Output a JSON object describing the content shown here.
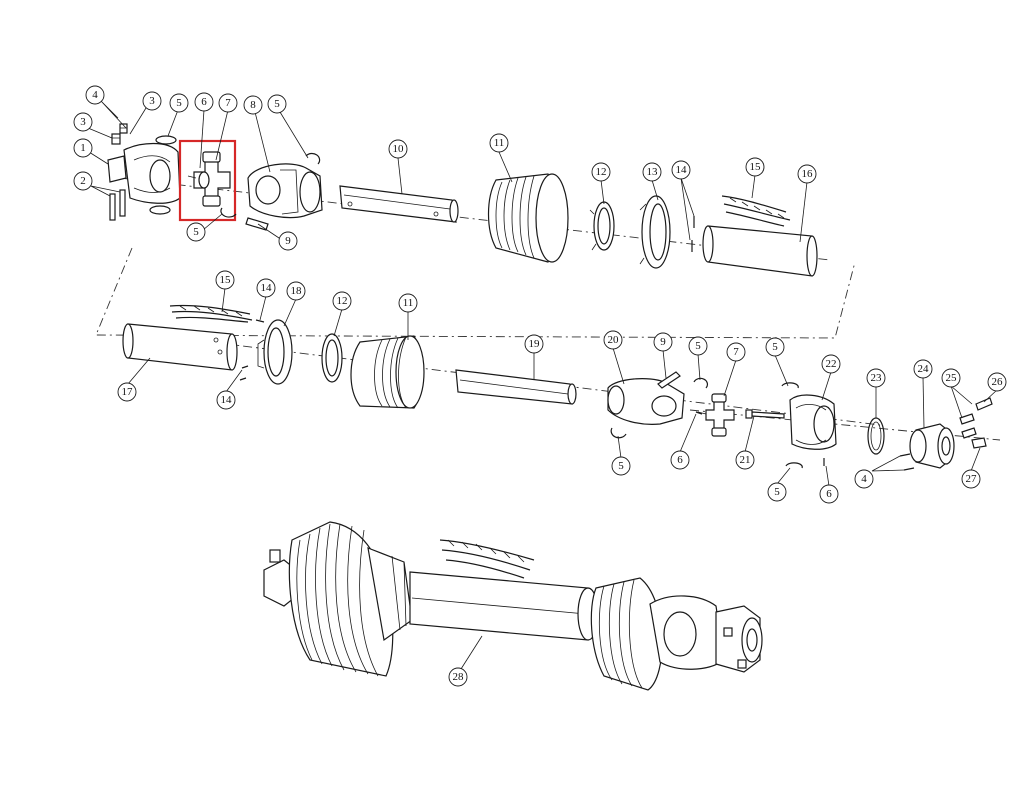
{
  "highlight": {
    "color": "#d62828",
    "label": "7"
  },
  "callouts": [
    {
      "id": "c4a",
      "label": "4"
    },
    {
      "id": "c3a",
      "label": "3"
    },
    {
      "id": "c5a",
      "label": "5"
    },
    {
      "id": "c6a",
      "label": "6"
    },
    {
      "id": "c7a",
      "label": "7"
    },
    {
      "id": "c8",
      "label": "8"
    },
    {
      "id": "c5b",
      "label": "5"
    },
    {
      "id": "c3b",
      "label": "3"
    },
    {
      "id": "c1",
      "label": "1"
    },
    {
      "id": "c2",
      "label": "2"
    },
    {
      "id": "c5c",
      "label": "5"
    },
    {
      "id": "c9a",
      "label": "9"
    },
    {
      "id": "c10",
      "label": "10"
    },
    {
      "id": "c11a",
      "label": "11"
    },
    {
      "id": "c12a",
      "label": "12"
    },
    {
      "id": "c13",
      "label": "13"
    },
    {
      "id": "c14a",
      "label": "14"
    },
    {
      "id": "c15a",
      "label": "15"
    },
    {
      "id": "c16",
      "label": "16"
    },
    {
      "id": "c15b",
      "label": "15"
    },
    {
      "id": "c14b",
      "label": "14"
    },
    {
      "id": "c18",
      "label": "18"
    },
    {
      "id": "c12b",
      "label": "12"
    },
    {
      "id": "c11b",
      "label": "11"
    },
    {
      "id": "c17",
      "label": "17"
    },
    {
      "id": "c14c",
      "label": "14"
    },
    {
      "id": "c19",
      "label": "19"
    },
    {
      "id": "c20",
      "label": "20"
    },
    {
      "id": "c9b",
      "label": "9"
    },
    {
      "id": "c5d",
      "label": "5"
    },
    {
      "id": "c7b",
      "label": "7"
    },
    {
      "id": "c5e",
      "label": "5"
    },
    {
      "id": "c22",
      "label": "22"
    },
    {
      "id": "c23",
      "label": "23"
    },
    {
      "id": "c24",
      "label": "24"
    },
    {
      "id": "c25",
      "label": "25"
    },
    {
      "id": "c26",
      "label": "26"
    },
    {
      "id": "c5f",
      "label": "5"
    },
    {
      "id": "c6b",
      "label": "6"
    },
    {
      "id": "c21",
      "label": "21"
    },
    {
      "id": "c5g",
      "label": "5"
    },
    {
      "id": "c6c",
      "label": "6"
    },
    {
      "id": "c4b",
      "label": "4"
    },
    {
      "id": "c27",
      "label": "27"
    },
    {
      "id": "c28",
      "label": "28"
    }
  ]
}
